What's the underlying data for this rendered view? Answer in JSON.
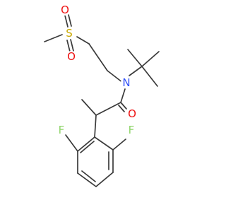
{
  "atoms": {
    "sulfur": "S",
    "oxygen_upper": "O",
    "oxygen_lower": "O",
    "nitrogen": "N",
    "oxygen_carbonyl": "O",
    "fluorine_left": "F",
    "fluorine_right": "F"
  },
  "colors": {
    "bond": "#3a3a3a",
    "S": "#c9a800",
    "O": "#ee1111",
    "N": "#3050f8",
    "F": "#8fd46a"
  }
}
